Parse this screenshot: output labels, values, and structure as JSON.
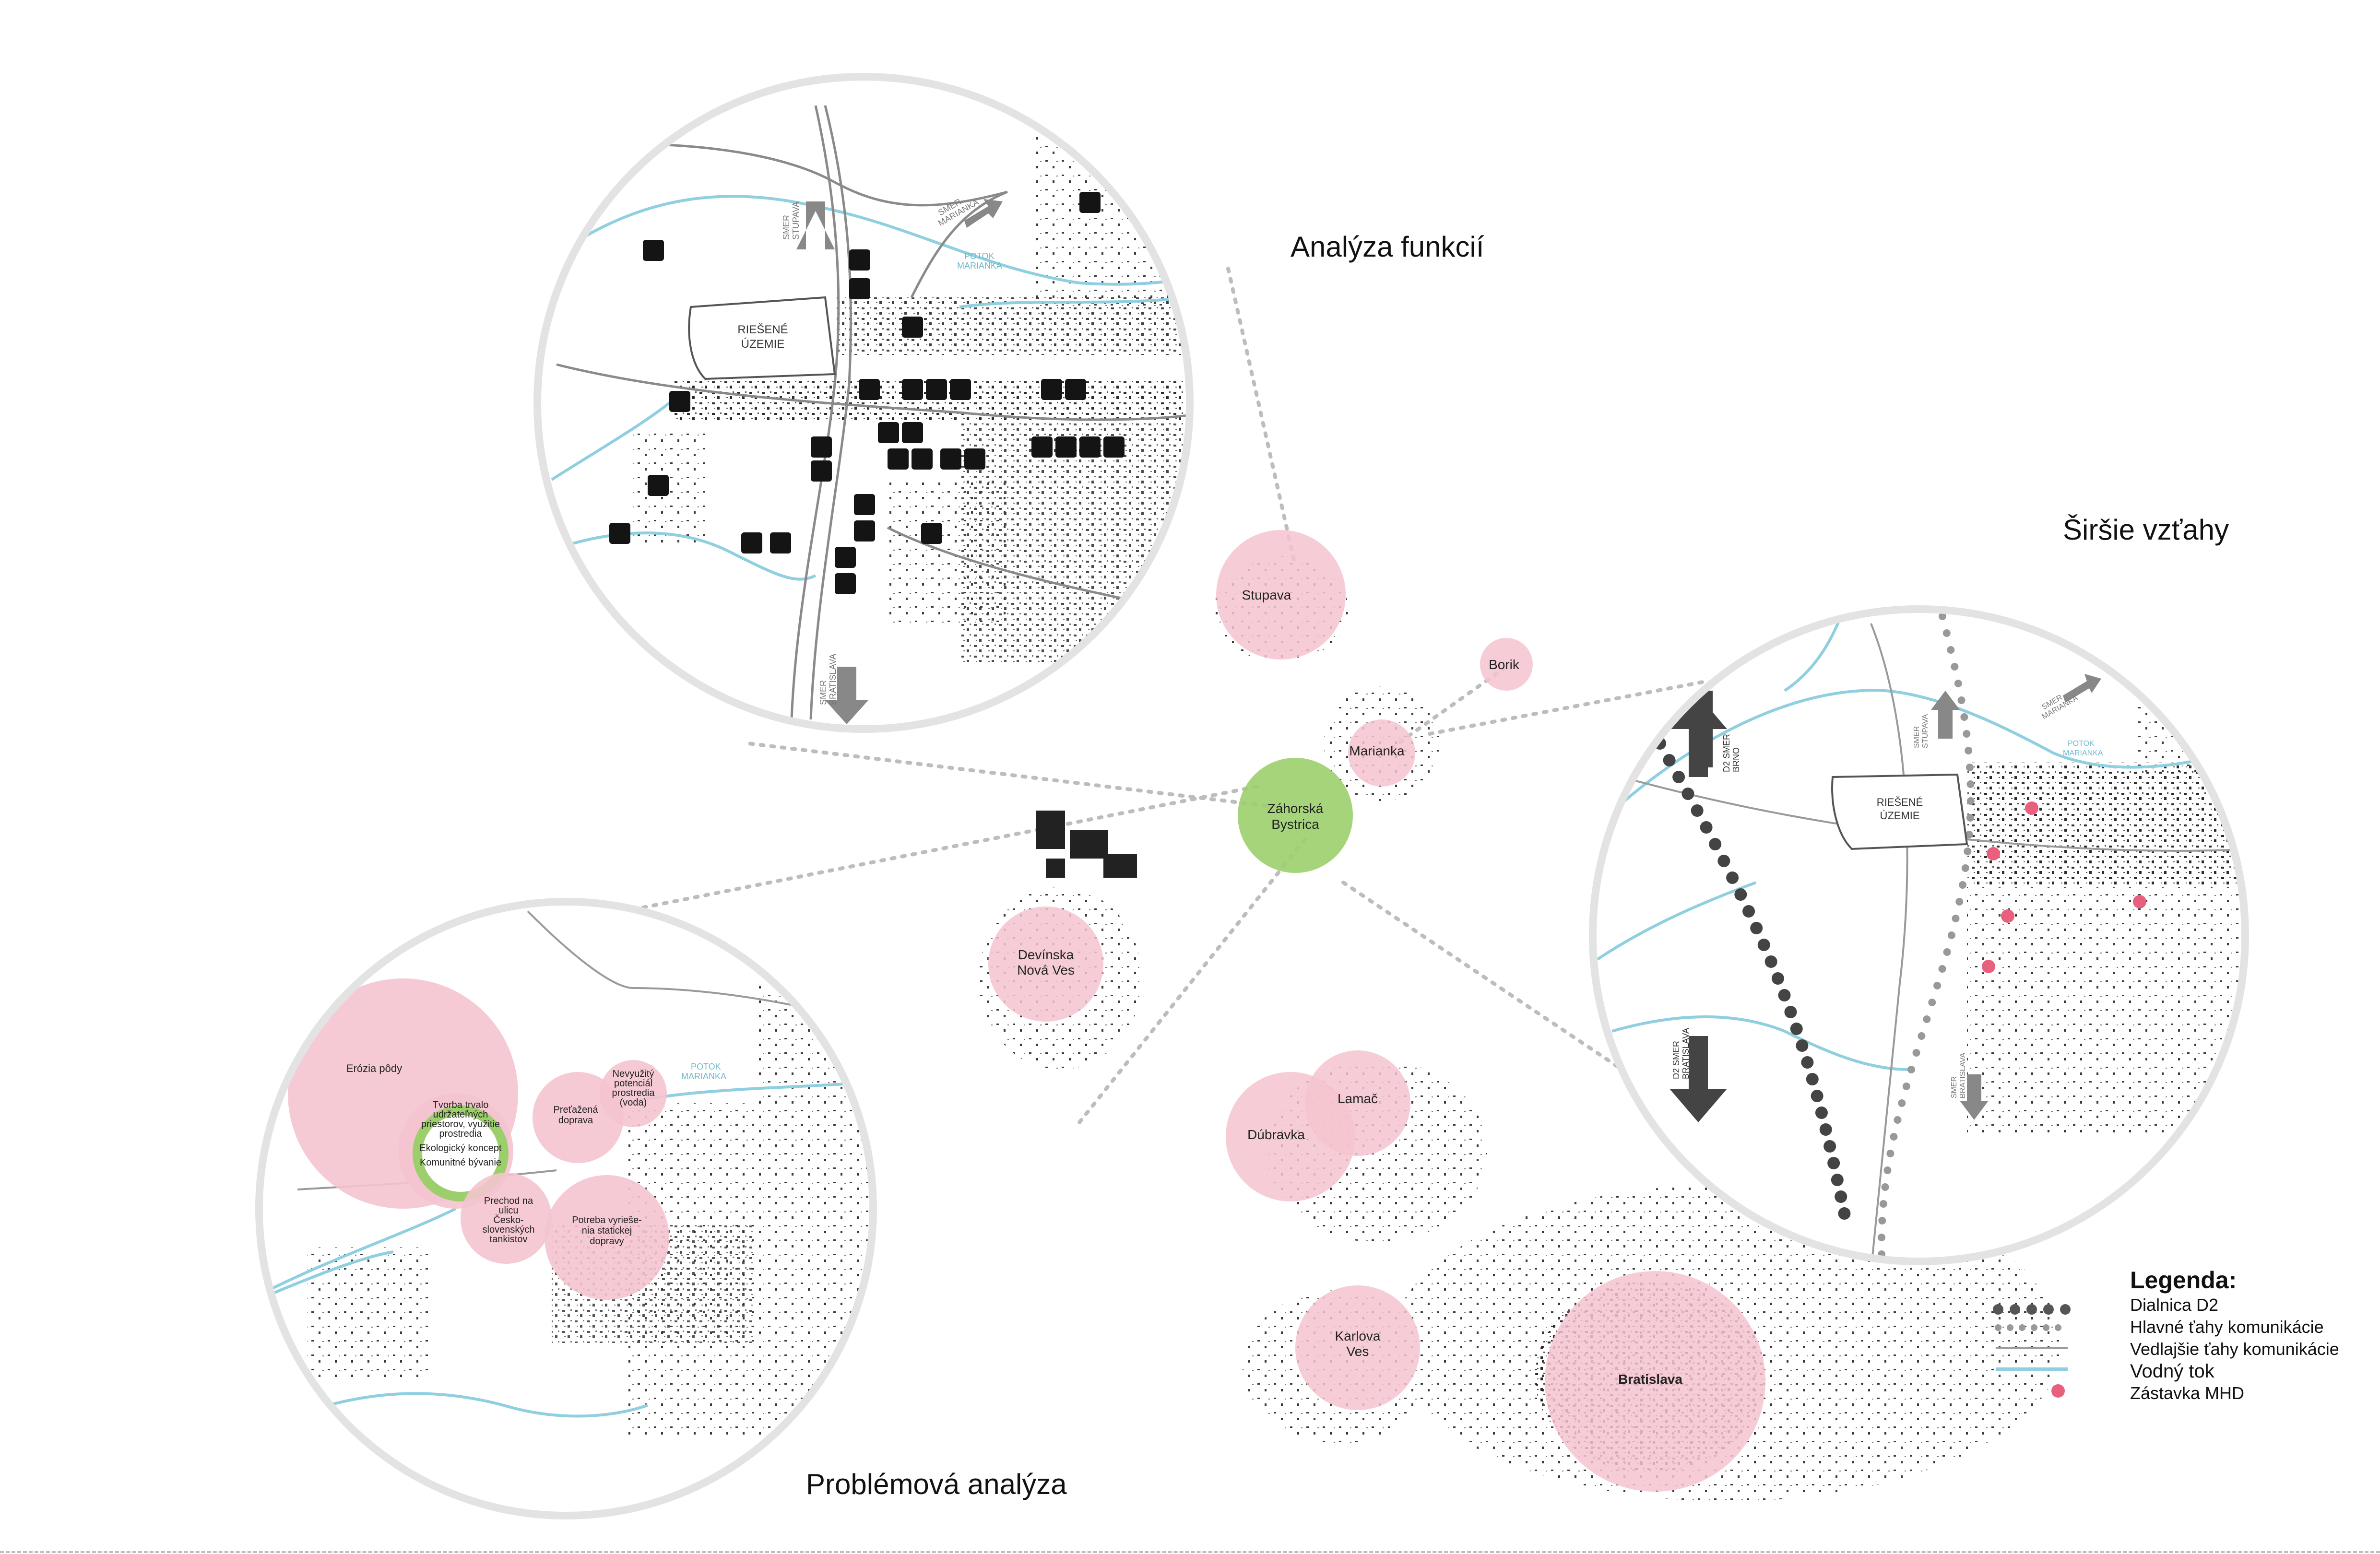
{
  "headings": {
    "functions": "Analýza funkcií",
    "wider": "Širšie vzťahy",
    "problems": "Problémová analýza"
  },
  "legend": {
    "title": "Legenda:",
    "items": [
      "Dialnica D2",
      "Hlavné ťahy komunikácie",
      "Vedlajšie ťahy komunikácie",
      "Vodný tok",
      "Zástavka MHD"
    ]
  },
  "places": {
    "stupava": "Stupava",
    "borik": "Borik",
    "marianka": "Marianka",
    "zahorska_1": "Záhorská",
    "zahorska_2": "Bystrica",
    "devinska_1": "Devínska",
    "devinska_2": "Nová Ves",
    "dubravka": "Dúbravka",
    "lamac": "Lamač",
    "karlova_1": "Karlova",
    "karlova_2": "Ves",
    "bratislava": "Bratislava"
  },
  "functions_map": {
    "area_1": "RIEŠENÉ",
    "area_2": "ÚZEMIE",
    "dir_stupava_1": "SMER",
    "dir_stupava_2": "STUPAVA",
    "dir_marianka_1": "SMER",
    "dir_marianka_2": "MARIANKA",
    "dir_bratislava_1": "SMER",
    "dir_bratislava_2": "BRATISLAVA",
    "stream_1": "POTOK",
    "stream_2": "MARIANKA"
  },
  "wider_map": {
    "area_1": "RIEŠENÉ",
    "area_2": "ÚZEMIE",
    "d2_north_1": "D2 SMER",
    "d2_north_2": "BRNO",
    "d2_south_1": "D2 SMER",
    "d2_south_2": "BRATISLAVA",
    "dir_stupava_1": "SMER",
    "dir_stupava_2": "STUPAVA",
    "dir_marianka_1": "SMER",
    "dir_marianka_2": "MARIANKA",
    "dir_bratislava_1": "SMER",
    "dir_bratislava_2": "BRATISLAVA",
    "stream_1": "POTOK",
    "stream_2": "MARIANKA"
  },
  "problems_map": {
    "erosion": "Erózia pôdy",
    "sustain_1": "Tvorba trvalo",
    "sustain_2": "udržateľných",
    "sustain_3": "priestorov, využitie",
    "sustain_4": "prostredia",
    "eco": "Ekologický koncept",
    "community": "Komunitné bývanie",
    "traffic_1": "Preťažená",
    "traffic_2": "doprava",
    "unused_1": "Nevyužitý",
    "unused_2": "potenciál",
    "unused_3": "prostredia",
    "unused_4": "(voda)",
    "crossing_1": "Prechod na",
    "crossing_2": "ulicu",
    "crossing_3": "Česko-",
    "crossing_4": "slovenských",
    "crossing_5": "tankistov",
    "static_1": "Potreba vyrieše-",
    "static_2": "nia statickej",
    "static_3": "dopravy",
    "stream_1": "POTOK",
    "stream_2": "MARIANKA"
  },
  "colors": {
    "pink": "#f4c4cf",
    "green": "#9ccf6b",
    "water": "#8fcfe0",
    "ring": "#e3e3e3",
    "dark": "#1b1b1b",
    "stop": "#e8607d"
  },
  "icons": [
    "tractor-icon",
    "fuel-icon",
    "bus-icon",
    "restaurant-icon",
    "church-icon",
    "mail-icon",
    "pharmacy-icon",
    "bank-icon",
    "school-icon",
    "shop-icon",
    "parking-icon",
    "sport-icon",
    "tv-icon",
    "basketball-icon",
    "cemetery-icon"
  ]
}
